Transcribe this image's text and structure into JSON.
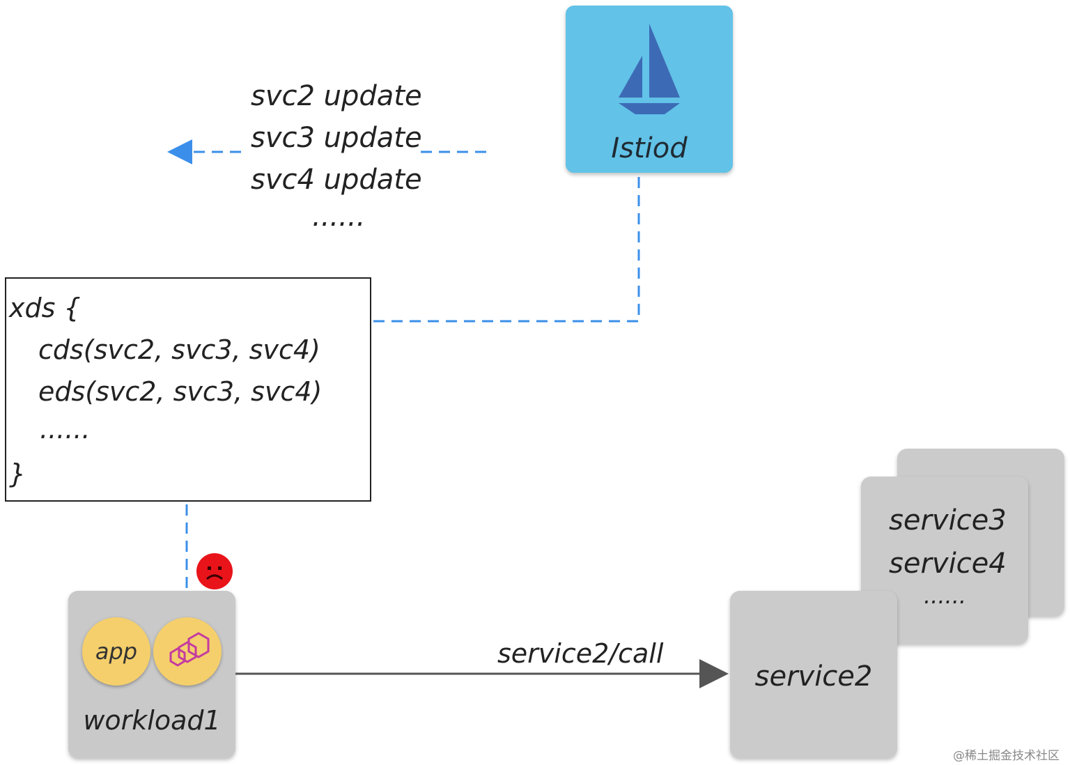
{
  "istiod": {
    "label": "Istiod",
    "color": "#62c2e7"
  },
  "updates": {
    "lines": [
      "svc2 update",
      "svc3 update",
      "svc4 update"
    ],
    "ellipsis": "......"
  },
  "xds": {
    "open": "xds {",
    "cds": "cds(svc2, svc3, svc4)",
    "eds": "eds(svc2, svc3, svc4)",
    "ellipsis": "......",
    "close": "}"
  },
  "workload": {
    "app_label": "app",
    "name": "workload1",
    "status_icon": "sad-face-icon",
    "sidecar_icon": "envoy-icon"
  },
  "call": {
    "label": "service2/call"
  },
  "services": {
    "primary": "service2",
    "stacked": [
      "service3",
      "service4"
    ],
    "ellipsis": "......"
  },
  "watermark": "@稀土掘金技术社区",
  "colors": {
    "dashed_arrow": "#3b8fea",
    "solid_arrow": "#555555",
    "card_gray": "#c9c9c9",
    "circle_yellow": "#f5cf6c",
    "sad_red": "#e8141a"
  }
}
